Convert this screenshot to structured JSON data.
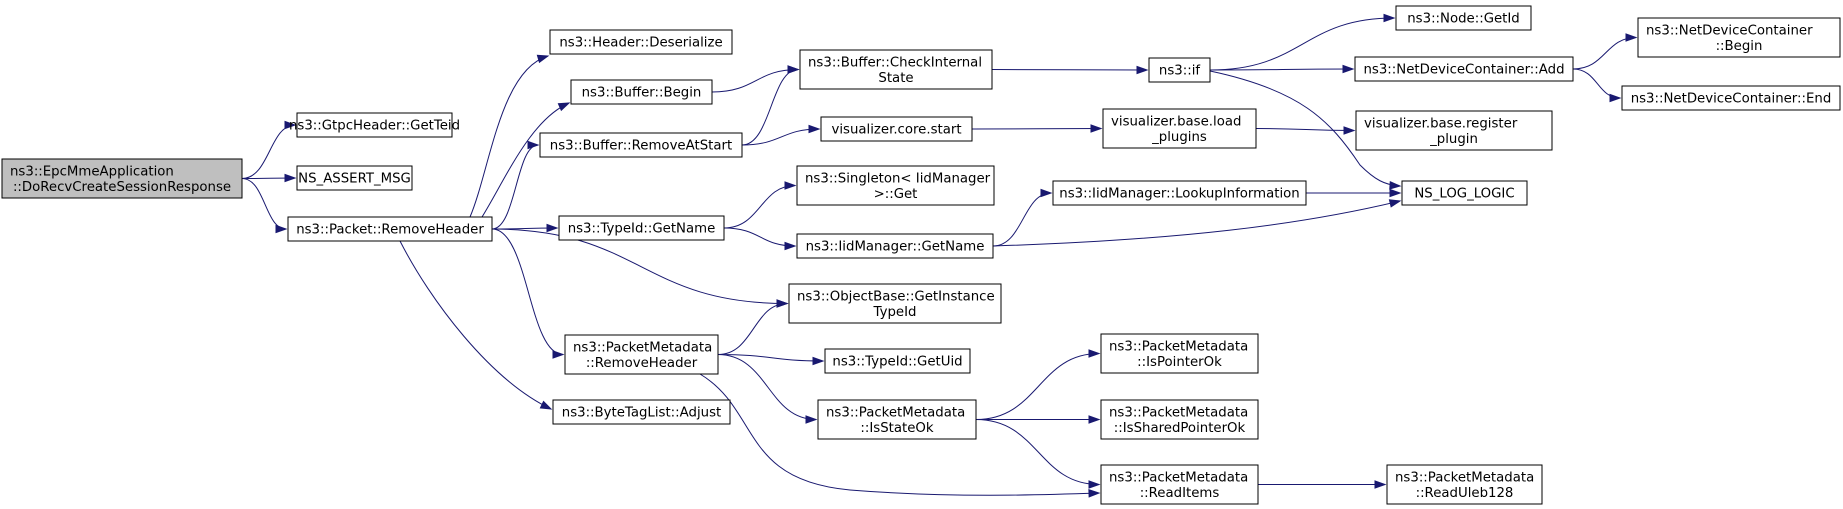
{
  "nodes": {
    "root": [
      "ns3::EpcMmeApplication",
      "::DoRecvCreateSessionResponse"
    ],
    "gtpc_getteid": [
      "ns3::GtpcHeader::GetTeid"
    ],
    "ns_assert_msg": [
      "NS_ASSERT_MSG"
    ],
    "packet_removeheader": [
      "ns3::Packet::RemoveHeader"
    ],
    "header_deserialize": [
      "ns3::Header::Deserialize"
    ],
    "buffer_begin": [
      "ns3::Buffer::Begin"
    ],
    "buffer_removeatstart": [
      "ns3::Buffer::RemoveAtStart"
    ],
    "typeid_getname": [
      "ns3::TypeId::GetName"
    ],
    "pm_removeheader": [
      "ns3::PacketMetadata",
      "::RemoveHeader"
    ],
    "bytetaglist_adjust": [
      "ns3::ByteTagList::Adjust"
    ],
    "buffer_checkinternalstate": [
      "ns3::Buffer::CheckInternal",
      "State"
    ],
    "viz_core_start": [
      "visualizer.core.start"
    ],
    "singleton_get": [
      "ns3::Singleton< IidManager",
      " >::Get"
    ],
    "iidmanager_getname": [
      "ns3::IidManager::GetName"
    ],
    "objectbase_getinstancetypeid": [
      "ns3::ObjectBase::GetInstance",
      "TypeId"
    ],
    "typeid_getuid": [
      "ns3::TypeId::GetUid"
    ],
    "pm_isstateok": [
      "ns3::PacketMetadata",
      "::IsStateOk"
    ],
    "ns3_if": [
      "ns3::if"
    ],
    "viz_base_load_plugins": [
      "visualizer.base.load",
      "_plugins"
    ],
    "iidmanager_lookupinformation": [
      "ns3::IidManager::LookupInformation"
    ],
    "pm_ispointerok": [
      "ns3::PacketMetadata",
      "::IsPointerOk"
    ],
    "pm_issharedpointerok": [
      "ns3::PacketMetadata",
      "::IsSharedPointerOk"
    ],
    "pm_readitems": [
      "ns3::PacketMetadata",
      "::ReadItems"
    ],
    "node_getid": [
      "ns3::Node::GetId"
    ],
    "ndc_add": [
      "ns3::NetDeviceContainer::Add"
    ],
    "viz_base_register_plugin": [
      "visualizer.base.register",
      "_plugin"
    ],
    "ns_log_logic": [
      "NS_LOG_LOGIC"
    ],
    "pm_readuleb128": [
      "ns3::PacketMetadata",
      "::ReadUleb128"
    ],
    "ndc_begin": [
      "ns3::NetDeviceContainer",
      "::Begin"
    ],
    "ndc_end": [
      "ns3::NetDeviceContainer::End"
    ]
  },
  "edges": [
    [
      "root",
      "gtpc_getteid"
    ],
    [
      "root",
      "ns_assert_msg"
    ],
    [
      "root",
      "packet_removeheader"
    ],
    [
      "packet_removeheader",
      "header_deserialize"
    ],
    [
      "packet_removeheader",
      "buffer_begin"
    ],
    [
      "packet_removeheader",
      "buffer_removeatstart"
    ],
    [
      "packet_removeheader",
      "typeid_getname"
    ],
    [
      "packet_removeheader",
      "objectbase_getinstancetypeid"
    ],
    [
      "packet_removeheader",
      "pm_removeheader"
    ],
    [
      "packet_removeheader",
      "bytetaglist_adjust"
    ],
    [
      "buffer_begin",
      "buffer_checkinternalstate"
    ],
    [
      "buffer_removeatstart",
      "buffer_checkinternalstate"
    ],
    [
      "buffer_removeatstart",
      "viz_core_start"
    ],
    [
      "typeid_getname",
      "singleton_get"
    ],
    [
      "typeid_getname",
      "iidmanager_getname"
    ],
    [
      "pm_removeheader",
      "objectbase_getinstancetypeid"
    ],
    [
      "pm_removeheader",
      "typeid_getuid"
    ],
    [
      "pm_removeheader",
      "pm_isstateok"
    ],
    [
      "pm_removeheader",
      "pm_readitems"
    ],
    [
      "buffer_checkinternalstate",
      "ns3_if"
    ],
    [
      "viz_core_start",
      "viz_base_load_plugins"
    ],
    [
      "iidmanager_getname",
      "iidmanager_lookupinformation"
    ],
    [
      "iidmanager_getname",
      "ns_log_logic"
    ],
    [
      "pm_isstateok",
      "pm_ispointerok"
    ],
    [
      "pm_isstateok",
      "pm_issharedpointerok"
    ],
    [
      "pm_isstateok",
      "pm_readitems"
    ],
    [
      "ns3_if",
      "node_getid"
    ],
    [
      "ns3_if",
      "ndc_add"
    ],
    [
      "ns3_if",
      "ns_log_logic"
    ],
    [
      "viz_base_load_plugins",
      "viz_base_register_plugin"
    ],
    [
      "iidmanager_lookupinformation",
      "ns_log_logic"
    ],
    [
      "pm_readitems",
      "pm_readuleb128"
    ],
    [
      "ndc_add",
      "ndc_begin"
    ],
    [
      "ndc_add",
      "ndc_end"
    ]
  ]
}
